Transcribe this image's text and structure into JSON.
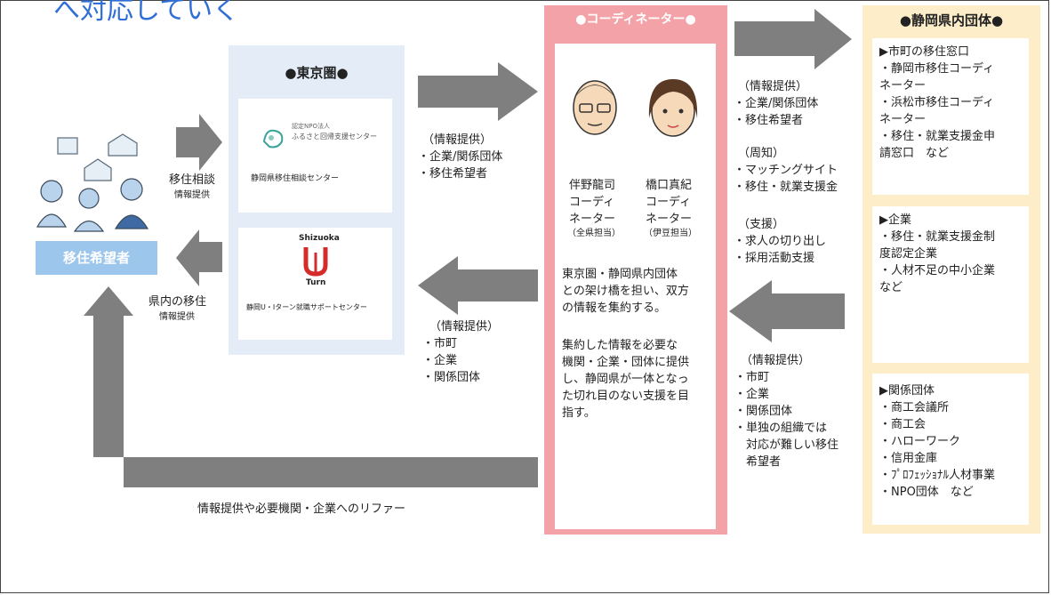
{
  "page_title": "へ対応していく",
  "migrant": {
    "label": "移住希望者",
    "arrow_in_label": "移住相談",
    "arrow_in_sub": "情報提供",
    "arrow_out_label": "県内の移住",
    "arrow_out_sub": "情報提供"
  },
  "tokyo": {
    "title": "●東京圏●",
    "org1_logo_line1": "認定NPO法人",
    "org1_logo_line2": "ふるさと回帰支援センター",
    "org1_name": "静岡県移住相談センター",
    "org2_logo_top": "Shizuoka",
    "org2_logo_bottom": "Turn",
    "org2_name": "静岡U・Iターン就職サポートセンター"
  },
  "tokyo_to_coord": {
    "title": "（情報提供）",
    "items": [
      "・企業/関係団体",
      "・移住希望者"
    ]
  },
  "coord_to_tokyo": {
    "title": "（情報提供）",
    "items": [
      "・市町",
      "・企業",
      "・関係団体"
    ]
  },
  "coordinator": {
    "title": "●コーディネーター●",
    "person1": {
      "line1": "伴野龍司",
      "line2": "コーディ",
      "line3": "ネーター",
      "area": "（全県担当）"
    },
    "person2": {
      "line1": "橋口真紀",
      "line2": "コーディ",
      "line3": "ネーター",
      "area": "（伊豆担当）"
    },
    "desc1": [
      "東京圏・静岡県内団体",
      "との架け橋を担い、双方",
      "の情報を集約する。"
    ],
    "desc2": [
      "集約した情報を必要な",
      "機関・企業・団体に提供",
      "し、静岡県が一体となっ",
      "た切れ目のない支援を目",
      "指す。"
    ]
  },
  "coord_to_shz": {
    "block1_title": "（情報提供）",
    "block1_items": [
      "・企業/関係団体",
      "・移住希望者"
    ],
    "block2_title": "（周知）",
    "block2_items": [
      "・マッチングサイト",
      "・移住・就業支援金"
    ],
    "block3_title": "（支援）",
    "block3_items": [
      "・求人の切り出し",
      "・採用活動支援"
    ]
  },
  "shz_to_coord": {
    "title": "（情報提供）",
    "items": [
      "・市町",
      "・企業",
      "・関係団体",
      "・単独の組織では",
      "　対応が難しい移住",
      "　希望者"
    ]
  },
  "shizuoka": {
    "title": "●静岡県内団体●",
    "box1": [
      "▶市町の移住窓口",
      "・静岡市移住コーディ",
      "ネーター",
      "・浜松市移住コーディ",
      "ネーター",
      "・移住・就業支援金申",
      "請窓口　など"
    ],
    "box2": [
      "▶企業",
      "・移住・就業支援金制",
      "度認定企業",
      "・人材不足の中小企業",
      "など"
    ],
    "box3": [
      "▶関係団体",
      "・商工会議所",
      "・商工会",
      "・ハローワーク",
      "・信用金庫",
      "・ﾌﾟﾛﾌｪｯｼｮﾅﾙ人材事業",
      "・NPO団体　など"
    ]
  },
  "bottom_label": "情報提供や必要機関・企業へのリファー",
  "colors": {
    "arrow": "#7f7f7f",
    "coord_border": "#f3a3a7",
    "tokyo_bg": "#e4edf7",
    "shizuoka_bg": "#fdeec9",
    "migrant_label": "#9dc6ec",
    "title_blue": "#2f6fd6"
  }
}
